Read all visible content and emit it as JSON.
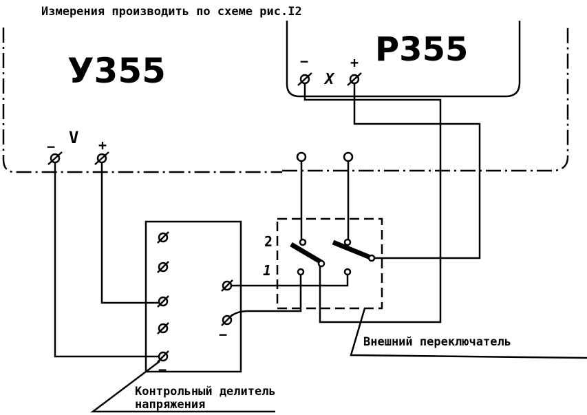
{
  "caption": "Измерения производить по схеме рис.I2",
  "devices": {
    "u355": {
      "label": "У355",
      "terminal_group": "V",
      "minus": "−",
      "plus": "+"
    },
    "p355": {
      "label": "Р355",
      "terminal_group": "X",
      "minus": "−",
      "plus": "+"
    }
  },
  "switch": {
    "label": "Внешний переключатель",
    "position_2": "2",
    "position_1": "1"
  },
  "divider": {
    "label_line1": "Контрольный делитель",
    "label_line2": "напряжения",
    "minus_right": "−",
    "minus_bottom": "−"
  }
}
